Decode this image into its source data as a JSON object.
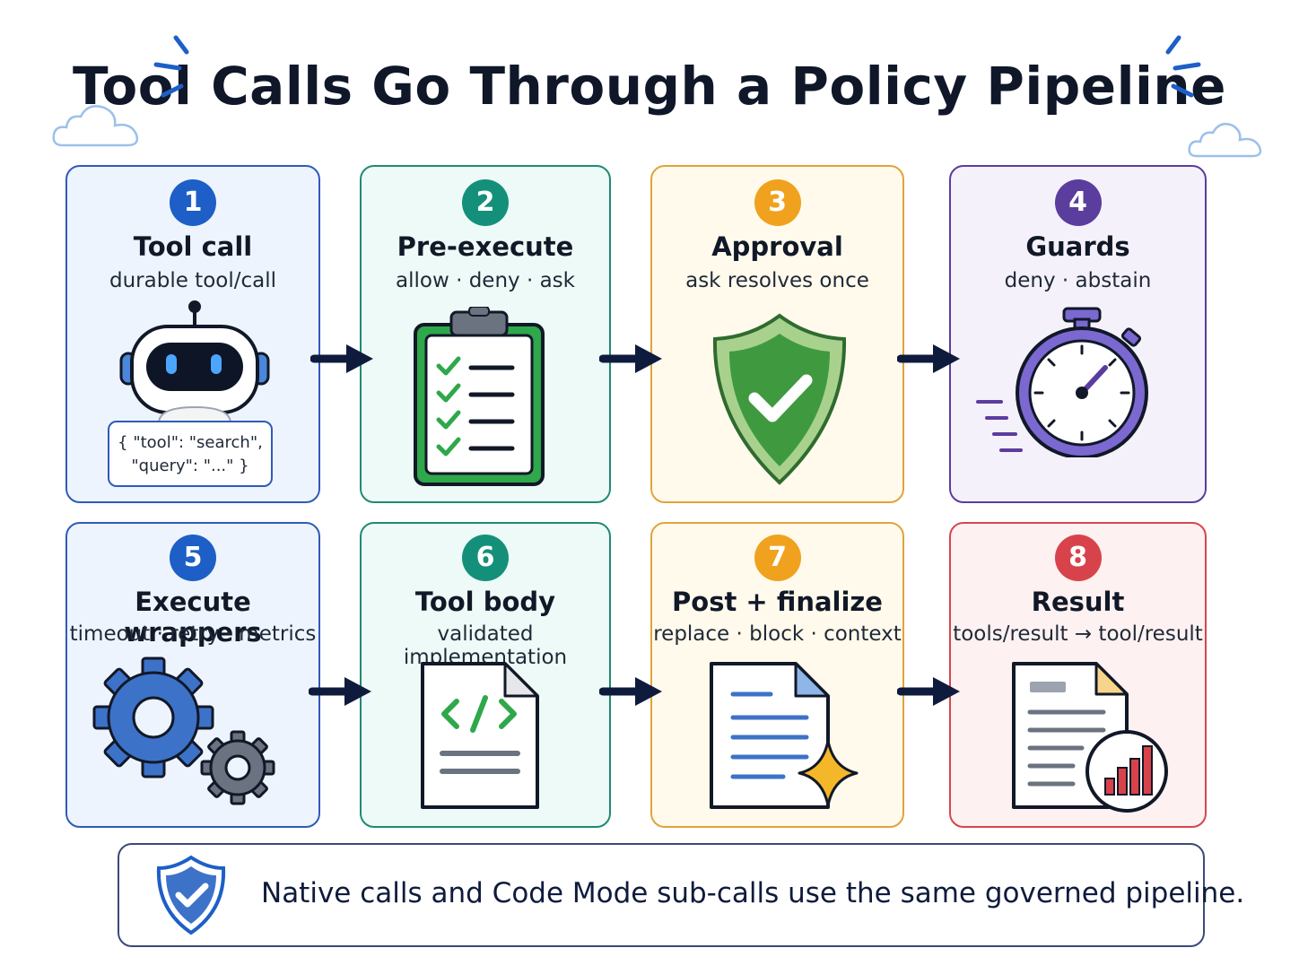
{
  "title": "Tool Calls Go Through a Policy Pipeline",
  "steps": [
    {
      "number": "1",
      "title": "Tool call",
      "subtitle": "durable tool/call",
      "color": "#1d5fc7",
      "icon": "robot-icon"
    },
    {
      "number": "2",
      "title": "Pre-execute",
      "subtitle": "allow · deny · ask",
      "color": "#14907a",
      "icon": "clipboard-checklist-icon"
    },
    {
      "number": "3",
      "title": "Approval",
      "subtitle": "ask resolves once",
      "color": "#f0a21e",
      "icon": "shield-check-icon"
    },
    {
      "number": "4",
      "title": "Guards",
      "subtitle": "deny · abstain",
      "color": "#5b3d9e",
      "icon": "stopwatch-icon"
    },
    {
      "number": "5",
      "title": "Execute wrappers",
      "subtitle": "timeout · retry · metrics",
      "color": "#1d5fc7",
      "icon": "gears-icon"
    },
    {
      "number": "6",
      "title": "Tool body",
      "subtitle": "validated implementation",
      "color": "#14907a",
      "icon": "code-file-icon"
    },
    {
      "number": "7",
      "title": "Post + finalize",
      "subtitle": "replace · block · context",
      "color": "#f0a21e",
      "icon": "document-sparkle-icon"
    },
    {
      "number": "8",
      "title": "Result",
      "subtitle": "tools/result → tool/result",
      "color": "#d8434b",
      "icon": "report-chart-icon"
    }
  ],
  "json_snippet": {
    "line1": "{ \"tool\": \"search\",",
    "line2": "\"query\": \"...\" }"
  },
  "footer": {
    "text": "Native calls and Code Mode sub-calls use the same governed pipeline.",
    "icon": "shield-check-icon"
  }
}
